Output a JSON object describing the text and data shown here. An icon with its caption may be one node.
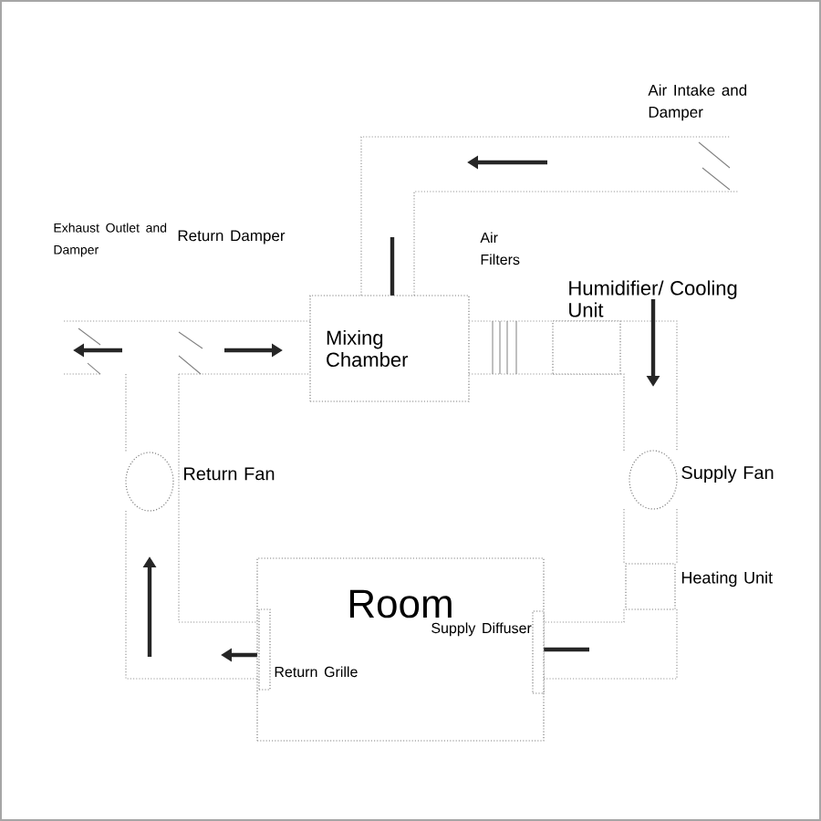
{
  "diagram": {
    "nodes": [
      {
        "text": [
          "Mixing Chamber"
        ]
      },
      {
        "text": [
          "Room"
        ]
      },
      {
        "text": [],
        "shape": "circle",
        "beside": [
          "Return Fan"
        ]
      },
      {
        "text": [],
        "shape": "circle",
        "beside": [
          "Supply Fan"
        ]
      },
      {
        "text": [],
        "shape": "box",
        "beside": [
          "Heating Unit"
        ]
      },
      {
        "text": [
          "Humidifier/ Cooling Unit"
        ]
      },
      {
        "text": [],
        "shape": "box",
        "beside": [
          "Return Grille"
        ],
        "in": 1
      },
      {
        "text": [],
        "shape": "box",
        "beside": [
          "Supply Diffuser"
        ],
        "in": 1
      }
    ],
    "labels": [
      "Air Intake and Damper",
      "Exhaust Outlet and Damper",
      "Return Damper",
      "Air Filters"
    ]
  }
}
